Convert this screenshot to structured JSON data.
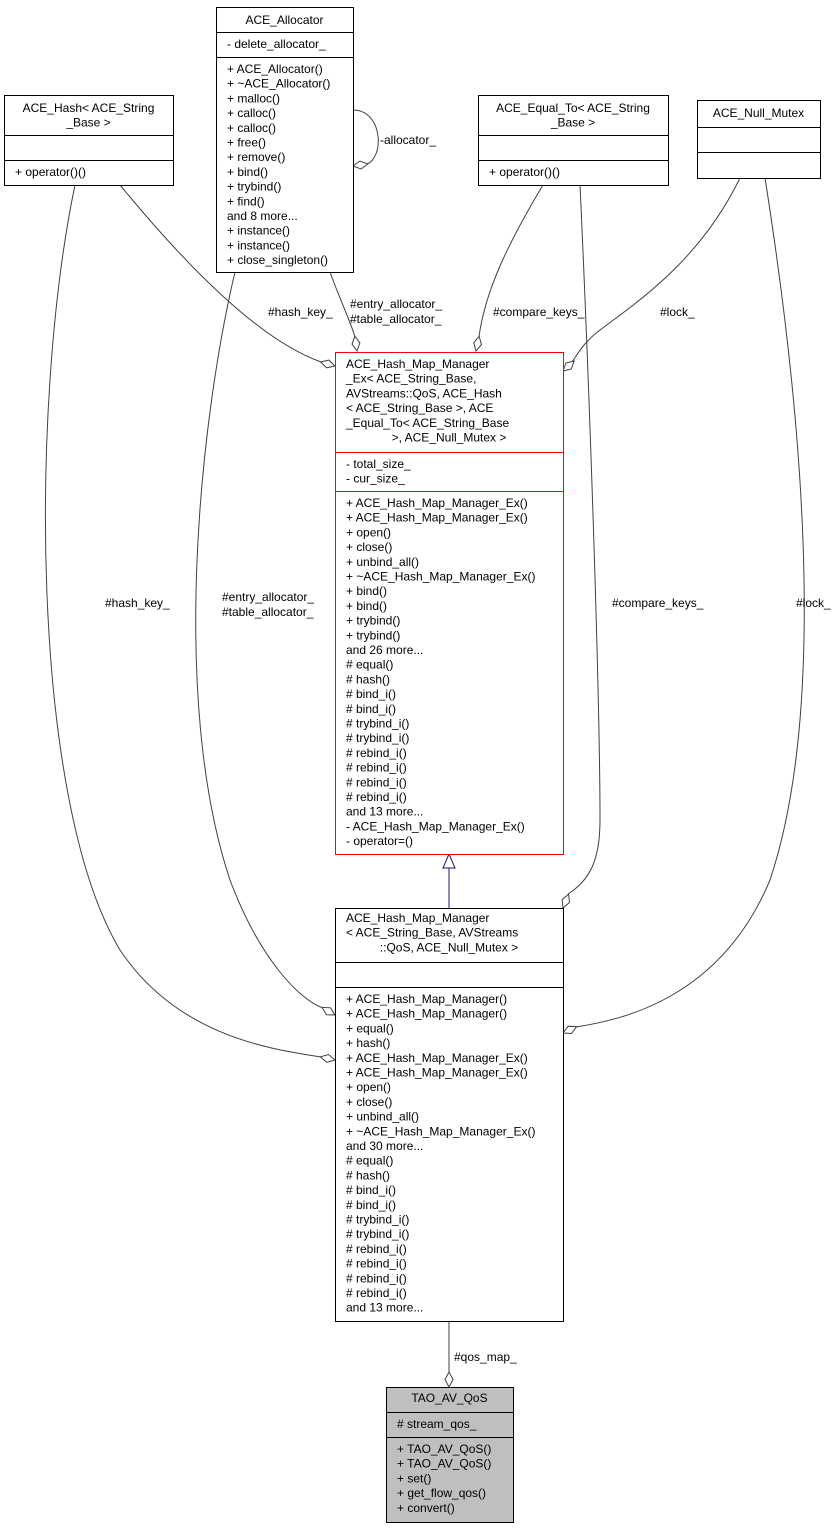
{
  "diagram": {
    "type": "collaboration-diagram",
    "colors": {
      "border": "#000000",
      "highlight_border": "#ff0000",
      "focus_fill": "#bfbfbf",
      "inheritance_edge": "#191970",
      "usage_edge": "#404040"
    },
    "classes": [
      {
        "id": "allocator",
        "title_lines": [
          "ACE_Allocator"
        ],
        "attributes": [
          "- delete_allocator_"
        ],
        "methods": [
          "+ ACE_Allocator()",
          "+ ~ACE_Allocator()",
          "+ malloc()",
          "+ calloc()",
          "+ calloc()",
          "+ free()",
          "+ remove()",
          "+ bind()",
          "+ trybind()",
          "+ find()",
          "and 8 more...",
          "+ instance()",
          "+ instance()",
          "+ close_singleton()"
        ]
      },
      {
        "id": "hash",
        "title_lines": [
          "ACE_Hash< ACE_String",
          "_Base >"
        ],
        "attributes": [],
        "methods": [
          "+ operator()()"
        ]
      },
      {
        "id": "equal_to",
        "title_lines": [
          "ACE_Equal_To< ACE_String",
          "_Base >"
        ],
        "attributes": [],
        "methods": [
          "+ operator()()"
        ]
      },
      {
        "id": "null_mutex",
        "title_lines": [
          "ACE_Null_Mutex"
        ],
        "attributes": [],
        "methods": []
      },
      {
        "id": "manager_ex",
        "title_lines": [
          "ACE_Hash_Map_Manager",
          "_Ex< ACE_String_Base,",
          " AVStreams::QoS, ACE_Hash",
          "< ACE_String_Base >, ACE",
          "_Equal_To< ACE_String_Base",
          ">, ACE_Null_Mutex >"
        ],
        "attributes": [
          "- total_size_",
          "- cur_size_"
        ],
        "methods": [
          "+ ACE_Hash_Map_Manager_Ex()",
          "+ ACE_Hash_Map_Manager_Ex()",
          "+ open()",
          "+ close()",
          "+ unbind_all()",
          "+ ~ACE_Hash_Map_Manager_Ex()",
          "+ bind()",
          "+ bind()",
          "+ trybind()",
          "+ trybind()",
          "and 26 more...",
          "# equal()",
          "# hash()",
          "# bind_i()",
          "# bind_i()",
          "# trybind_i()",
          "# trybind_i()",
          "# rebind_i()",
          "# rebind_i()",
          "# rebind_i()",
          "# rebind_i()",
          "and 13 more...",
          "- ACE_Hash_Map_Manager_Ex()",
          "- operator=()"
        ]
      },
      {
        "id": "manager",
        "title_lines": [
          "ACE_Hash_Map_Manager",
          "< ACE_String_Base, AVStreams",
          "::QoS, ACE_Null_Mutex >"
        ],
        "attributes": [],
        "methods": [
          "+ ACE_Hash_Map_Manager()",
          "+ ACE_Hash_Map_Manager()",
          "+ equal()",
          "+ hash()",
          "+ ACE_Hash_Map_Manager_Ex()",
          "+ ACE_Hash_Map_Manager_Ex()",
          "+ open()",
          "+ close()",
          "+ unbind_all()",
          "+ ~ACE_Hash_Map_Manager_Ex()",
          "and 30 more...",
          "# equal()",
          "# hash()",
          "# bind_i()",
          "# bind_i()",
          "# trybind_i()",
          "# trybind_i()",
          "# rebind_i()",
          "# rebind_i()",
          "# rebind_i()",
          "# rebind_i()",
          "and 13 more..."
        ]
      },
      {
        "id": "tao_av_qos",
        "title_lines": [
          "TAO_AV_QoS"
        ],
        "attributes": [
          "# stream_qos_"
        ],
        "methods": [
          "+ TAO_AV_QoS()",
          "+ TAO_AV_QoS()",
          "+ set()",
          "+ get_flow_qos()",
          "+ convert()"
        ]
      }
    ],
    "edges": [
      {
        "id": "allocator-self",
        "from": "allocator",
        "to": "allocator",
        "kind": "usage",
        "labels": [
          "-allocator_"
        ]
      },
      {
        "id": "hash-ex",
        "from": "hash",
        "to": "manager_ex",
        "kind": "usage",
        "labels": [
          "#hash_key_"
        ]
      },
      {
        "id": "allocator-ex",
        "from": "allocator",
        "to": "manager_ex",
        "kind": "usage",
        "labels": [
          "#entry_allocator_",
          "#table_allocator_"
        ]
      },
      {
        "id": "equal-ex",
        "from": "equal_to",
        "to": "manager_ex",
        "kind": "usage",
        "labels": [
          "#compare_keys_"
        ]
      },
      {
        "id": "mutex-ex",
        "from": "null_mutex",
        "to": "manager_ex",
        "kind": "usage",
        "labels": [
          "#lock_"
        ]
      },
      {
        "id": "hash-mgr",
        "from": "hash",
        "to": "manager",
        "kind": "usage",
        "labels": [
          "#hash_key_"
        ]
      },
      {
        "id": "allocator-mgr",
        "from": "allocator",
        "to": "manager",
        "kind": "usage",
        "labels": [
          "#entry_allocator_",
          "#table_allocator_"
        ]
      },
      {
        "id": "equal-mgr",
        "from": "equal_to",
        "to": "manager",
        "kind": "usage",
        "labels": [
          "#compare_keys_"
        ]
      },
      {
        "id": "mutex-mgr",
        "from": "null_mutex",
        "to": "manager",
        "kind": "usage",
        "labels": [
          "#lock_"
        ]
      },
      {
        "id": "ex-mgr",
        "from": "manager_ex",
        "to": "manager",
        "kind": "inheritance",
        "labels": []
      },
      {
        "id": "mgr-tao",
        "from": "manager",
        "to": "tao_av_qos",
        "kind": "usage",
        "labels": [
          "#qos_map_"
        ]
      }
    ]
  }
}
